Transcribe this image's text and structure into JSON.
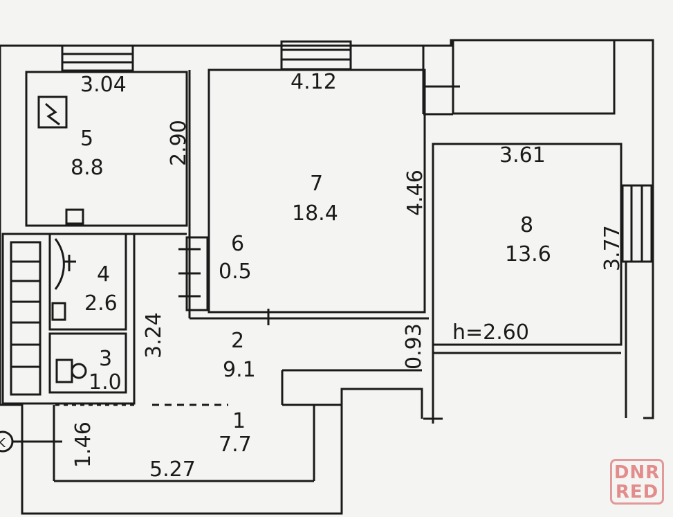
{
  "rooms": [
    {
      "id": "5",
      "area": "8.8"
    },
    {
      "id": "7",
      "area": "18.4"
    },
    {
      "id": "8",
      "area": "13.6"
    },
    {
      "id": "6",
      "area": "0.5"
    },
    {
      "id": "4",
      "area": "2.6"
    },
    {
      "id": "3",
      "area": "1.0"
    },
    {
      "id": "2",
      "area": "9.1"
    },
    {
      "id": "1",
      "area": "7.7"
    }
  ],
  "dimensions": [
    "3.04",
    "2.90",
    "4.12",
    "4.46",
    "3.61",
    "3.77",
    "3.24",
    "0.93",
    "1.46",
    "5.27"
  ],
  "ceiling_height": "h=2.60",
  "entrance_symbol": "K",
  "watermark": {
    "line1": "DNR",
    "line2": "RED",
    "color": "#e07a7a"
  },
  "colors": {
    "line": "#1a1a1a",
    "background": "#f4f4f2"
  }
}
